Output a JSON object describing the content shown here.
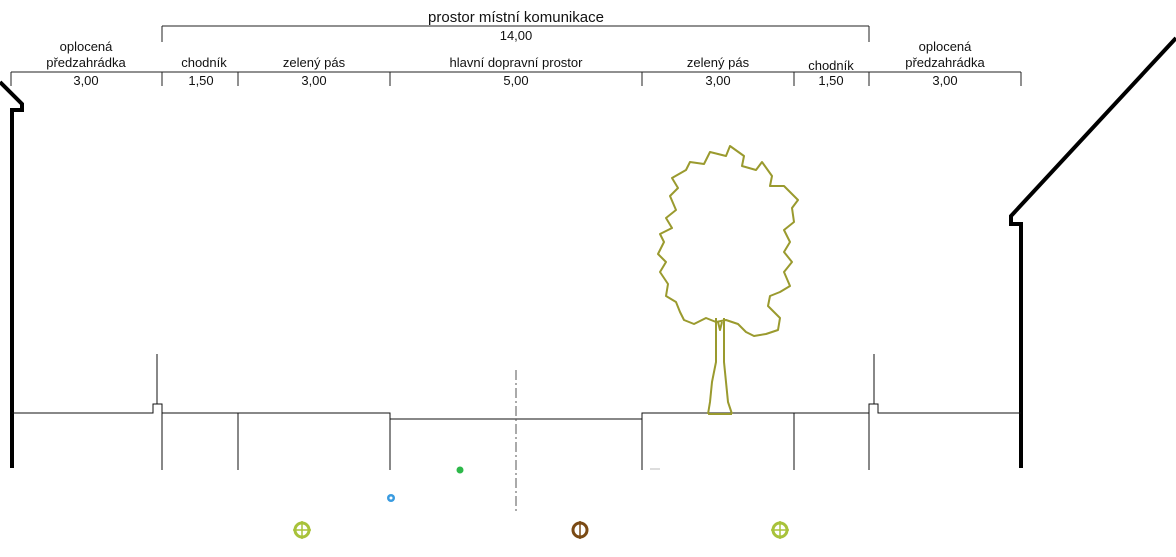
{
  "section": {
    "title": "prostor místní komunikace",
    "total_width": "14,00",
    "segments": [
      {
        "label_lines": [
          "oplocená",
          "předzahrádka"
        ],
        "width": "3,00"
      },
      {
        "label_lines": [
          "chodník"
        ],
        "width": "1,50"
      },
      {
        "label_lines": [
          "zelený pás"
        ],
        "width": "3,00"
      },
      {
        "label_lines": [
          "hlavní dopravní prostor"
        ],
        "width": "5,00"
      },
      {
        "label_lines": [
          "zelený pás"
        ],
        "width": "3,00"
      },
      {
        "label_lines": [
          "chodník"
        ],
        "width": "1,50"
      },
      {
        "label_lines": [
          "oplocená",
          "předzahrádka"
        ],
        "width": "3,00"
      }
    ]
  },
  "colors": {
    "tree": "#9a9a2e",
    "line": "#111111",
    "utility_green": "#2db84a",
    "utility_blue": "#3a9be0",
    "utility_olive": "#a8c23a",
    "utility_brown": "#7a4a14"
  }
}
